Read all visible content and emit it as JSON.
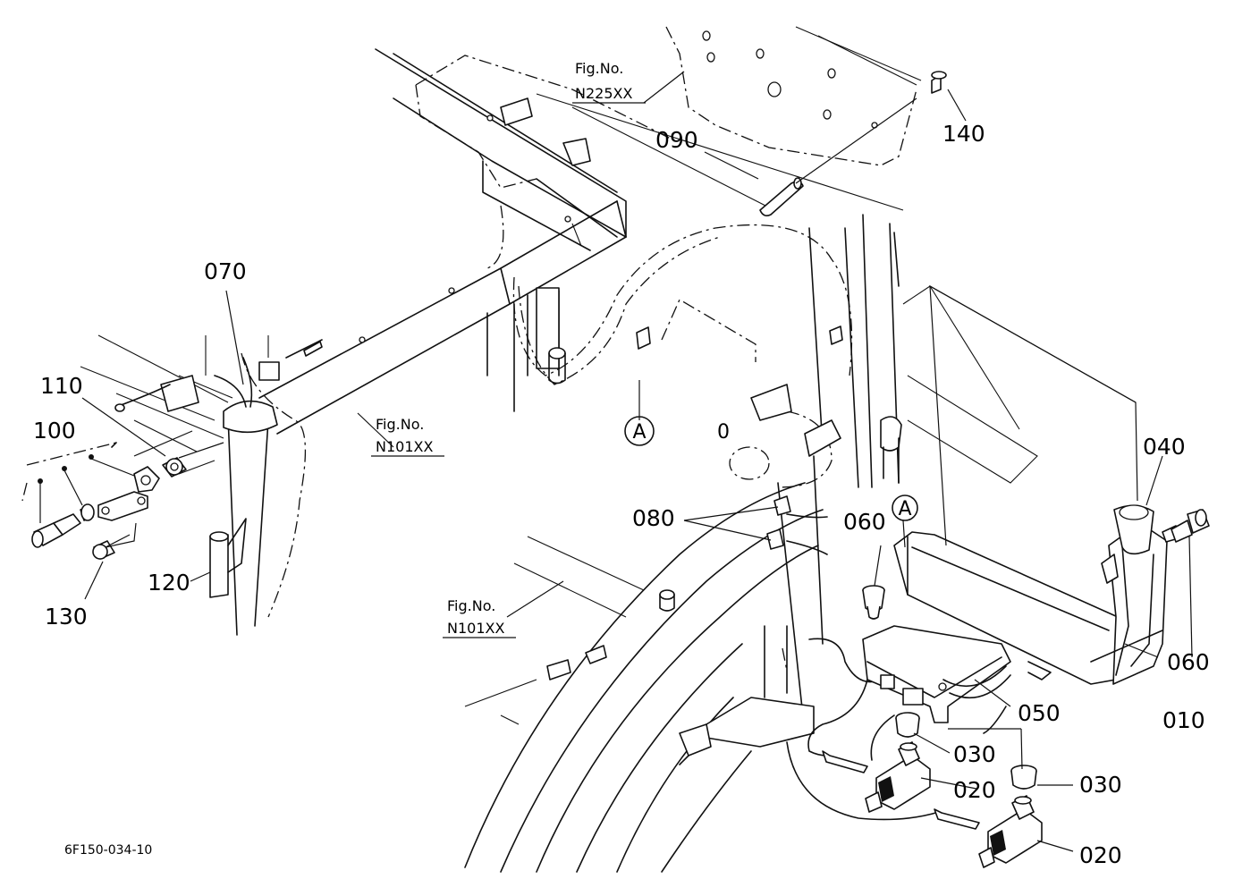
{
  "drawing_code": "6F150-034-10",
  "figure_refs": [
    {
      "id": "fig-n225",
      "title": "Fig.No.",
      "code": "N225XX"
    },
    {
      "id": "fig-n101-a",
      "title": "Fig.No.",
      "code": "N101XX"
    },
    {
      "id": "fig-n101-b",
      "title": "Fig.No.",
      "code": "N101XX"
    }
  ],
  "callouts": [
    {
      "id": "010",
      "label": "010"
    },
    {
      "id": "020a",
      "label": "020"
    },
    {
      "id": "020b",
      "label": "020"
    },
    {
      "id": "030a",
      "label": "030"
    },
    {
      "id": "030b",
      "label": "030"
    },
    {
      "id": "040",
      "label": "040"
    },
    {
      "id": "050",
      "label": "050"
    },
    {
      "id": "060a",
      "label": "060"
    },
    {
      "id": "060b",
      "label": "060"
    },
    {
      "id": "070",
      "label": "070"
    },
    {
      "id": "080",
      "label": "080"
    },
    {
      "id": "090",
      "label": "090"
    },
    {
      "id": "100",
      "label": "100"
    },
    {
      "id": "110",
      "label": "110"
    },
    {
      "id": "120",
      "label": "120"
    },
    {
      "id": "130",
      "label": "130"
    },
    {
      "id": "140",
      "label": "140"
    }
  ],
  "section_markers": [
    {
      "id": "a1",
      "label": "A"
    },
    {
      "id": "a2",
      "label": "A"
    }
  ]
}
